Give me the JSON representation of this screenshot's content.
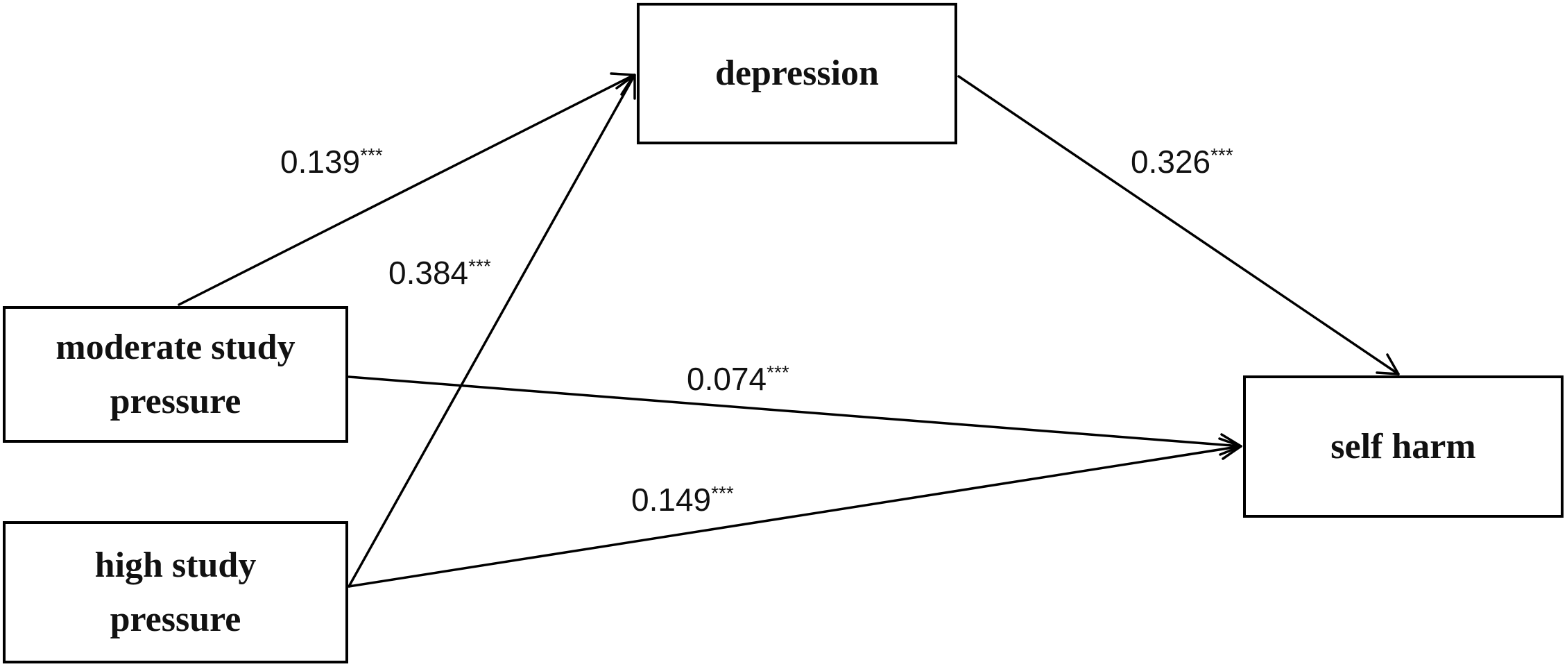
{
  "nodes": {
    "depression": {
      "lines": [
        "depression"
      ]
    },
    "moderate": {
      "lines": [
        "moderate study",
        "pressure"
      ]
    },
    "high": {
      "lines": [
        "high study",
        "pressure"
      ]
    },
    "selfharm": {
      "lines": [
        "self harm"
      ]
    }
  },
  "paths": [
    {
      "id": "mod-dep",
      "from": "moderate study pressure",
      "to": "depression",
      "value": "0.139",
      "sig": "***"
    },
    {
      "id": "high-dep",
      "from": "high study pressure",
      "to": "depression",
      "value": "0.384",
      "sig": "***"
    },
    {
      "id": "dep-sh",
      "from": "depression",
      "to": "self harm",
      "value": "0.326",
      "sig": "***"
    },
    {
      "id": "mod-sh",
      "from": "moderate study pressure",
      "to": "self harm",
      "value": "0.074",
      "sig": "***"
    },
    {
      "id": "high-sh",
      "from": "high study pressure",
      "to": "self harm",
      "value": "0.149",
      "sig": "***"
    }
  ],
  "colors": {
    "stroke": "#000000",
    "text": "#111111",
    "background": "#ffffff"
  }
}
